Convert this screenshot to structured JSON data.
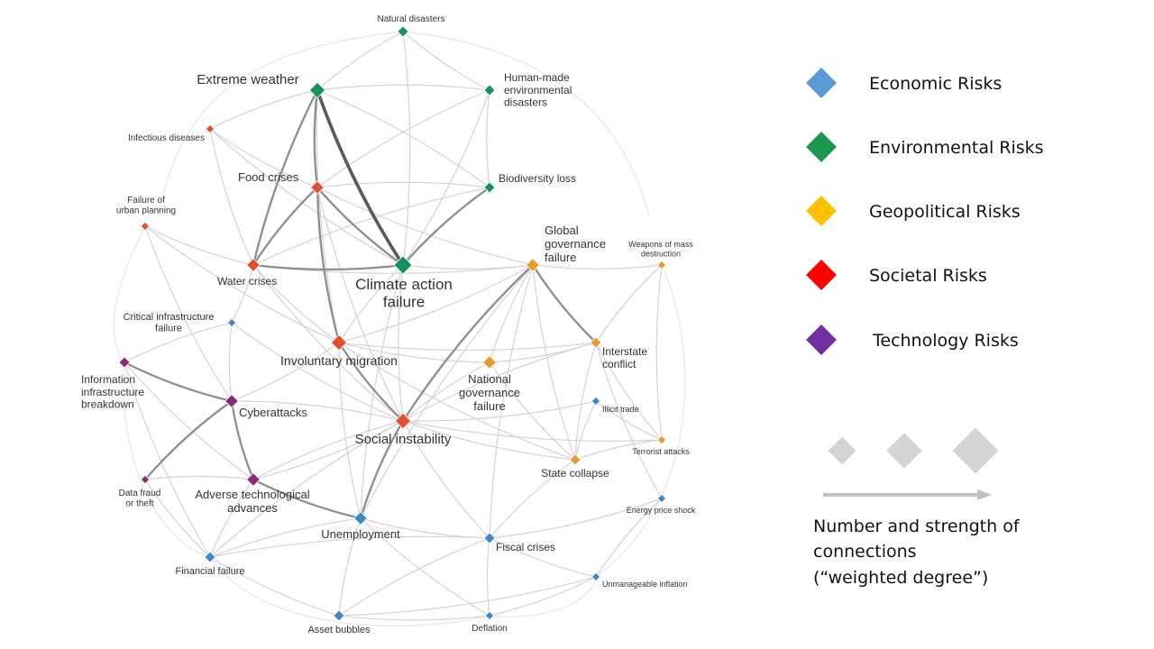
{
  "categories": {
    "economic": {
      "label": "Economic Risks",
      "color": "#5b9bd5"
    },
    "environmental": {
      "label": "Environmental Risks",
      "color": "#1a9850"
    },
    "geopolitical": {
      "label": "Geopolitical Risks",
      "color": "#ffc000"
    },
    "societal": {
      "label": "Societal Risks",
      "color": "#ff0000"
    },
    "technology": {
      "label": "Technology Risks",
      "color": "#7030a0"
    }
  },
  "legend_order": [
    "economic",
    "environmental",
    "geopolitical",
    "societal",
    "technology"
  ],
  "node_colors": {
    "economic": "#3f88c8",
    "environmental": "#12935a",
    "geopolitical": "#e89a2c",
    "societal": "#e0502e",
    "technology": "#8a2a78"
  },
  "size_legend": {
    "caption": [
      "Number and strength of",
      "connections",
      "(“weighted degree”)"
    ],
    "color": "#d4d4d4"
  },
  "nodes": [
    {
      "id": "natural-disasters",
      "label": [
        "Natural disasters"
      ],
      "category": "environmental",
      "weight": 1
    },
    {
      "id": "extreme-weather",
      "label": [
        "Extreme weather"
      ],
      "category": "environmental",
      "weight": 3
    },
    {
      "id": "human-made-disasters",
      "label": [
        "Human-made",
        "environmental",
        "disasters"
      ],
      "category": "environmental",
      "weight": 1
    },
    {
      "id": "infectious-diseases",
      "label": [
        "Infectious diseases"
      ],
      "category": "societal",
      "weight": 0
    },
    {
      "id": "food-crises",
      "label": [
        "Food crises"
      ],
      "category": "societal",
      "weight": 2
    },
    {
      "id": "biodiversity-loss",
      "label": [
        "Biodiversity loss"
      ],
      "category": "environmental",
      "weight": 1
    },
    {
      "id": "urban-planning",
      "label": [
        "Failure of",
        "urban planning"
      ],
      "category": "societal",
      "weight": 0
    },
    {
      "id": "water-crises",
      "label": [
        "Water crises"
      ],
      "category": "societal",
      "weight": 2
    },
    {
      "id": "climate-action",
      "label": [
        "Climate action",
        "failure"
      ],
      "category": "environmental",
      "weight": 4
    },
    {
      "id": "global-governance",
      "label": [
        "Global",
        "governance",
        "failure"
      ],
      "category": "geopolitical",
      "weight": 2
    },
    {
      "id": "wmd",
      "label": [
        "Weapons of mass",
        "destruction"
      ],
      "category": "geopolitical",
      "weight": 0
    },
    {
      "id": "critical-infrastructure",
      "label": [
        "Critical infrastructure",
        "failure"
      ],
      "category": "economic",
      "weight": 0
    },
    {
      "id": "involuntary-migration",
      "label": [
        "Involuntary migration"
      ],
      "category": "societal",
      "weight": 3
    },
    {
      "id": "interstate-conflict",
      "label": [
        "Interstate",
        "conflict"
      ],
      "category": "geopolitical",
      "weight": 1
    },
    {
      "id": "info-infrastructure",
      "label": [
        "Information",
        "infrastructure",
        "breakdown"
      ],
      "category": "technology",
      "weight": 1
    },
    {
      "id": "national-governance",
      "label": [
        "National",
        "governance",
        "failure"
      ],
      "category": "geopolitical",
      "weight": 2
    },
    {
      "id": "cyberattacks",
      "label": [
        "Cyberattacks"
      ],
      "category": "technology",
      "weight": 2
    },
    {
      "id": "illicit-trade",
      "label": [
        "Illicit trade"
      ],
      "category": "economic",
      "weight": 0
    },
    {
      "id": "social-instability",
      "label": [
        "Social instability"
      ],
      "category": "societal",
      "weight": 3
    },
    {
      "id": "terrorist-attacks",
      "label": [
        "Terrorist attacks"
      ],
      "category": "geopolitical",
      "weight": 0
    },
    {
      "id": "state-collapse",
      "label": [
        "State collapse"
      ],
      "category": "geopolitical",
      "weight": 1
    },
    {
      "id": "data-fraud",
      "label": [
        "Data fraud",
        "or theft"
      ],
      "category": "technology",
      "weight": 0
    },
    {
      "id": "adverse-tech",
      "label": [
        "Adverse technological",
        "advances"
      ],
      "category": "technology",
      "weight": 2
    },
    {
      "id": "energy-price",
      "label": [
        "Energy price shock"
      ],
      "category": "economic",
      "weight": 0
    },
    {
      "id": "unemployment",
      "label": [
        "Unemployment"
      ],
      "category": "economic",
      "weight": 2
    },
    {
      "id": "fiscal-crises",
      "label": [
        "Fiscal crises"
      ],
      "category": "economic",
      "weight": 1
    },
    {
      "id": "financial-failure",
      "label": [
        "Financial failure"
      ],
      "category": "economic",
      "weight": 1
    },
    {
      "id": "unmanageable-inflation",
      "label": [
        "Unmanageable inflation"
      ],
      "category": "economic",
      "weight": 0
    },
    {
      "id": "asset-bubbles",
      "label": [
        "Asset bubbles"
      ],
      "category": "economic",
      "weight": 1
    },
    {
      "id": "deflation",
      "label": [
        "Deflation"
      ],
      "category": "economic",
      "weight": 0
    }
  ],
  "edges": [
    {
      "from": "extreme-weather",
      "to": "climate-action",
      "strength": 3
    },
    {
      "from": "biodiversity-loss",
      "to": "climate-action",
      "strength": 2
    },
    {
      "from": "extreme-weather",
      "to": "food-crises",
      "strength": 2
    },
    {
      "from": "extreme-weather",
      "to": "water-crises",
      "strength": 2
    },
    {
      "from": "food-crises",
      "to": "involuntary-migration",
      "strength": 2
    },
    {
      "from": "food-crises",
      "to": "climate-action",
      "strength": 2
    },
    {
      "from": "food-crises",
      "to": "water-crises",
      "strength": 2
    },
    {
      "from": "info-infrastructure",
      "to": "cyberattacks",
      "strength": 2
    },
    {
      "from": "cyberattacks",
      "to": "data-fraud",
      "strength": 2
    },
    {
      "from": "cyberattacks",
      "to": "adverse-tech",
      "strength": 2
    },
    {
      "from": "social-instability",
      "to": "unemployment",
      "strength": 2
    },
    {
      "from": "adverse-tech",
      "to": "unemployment",
      "strength": 2
    },
    {
      "from": "global-governance",
      "to": "interstate-conflict",
      "strength": 2
    },
    {
      "from": "global-governance",
      "to": "social-instability",
      "strength": 2
    },
    {
      "from": "water-crises",
      "to": "climate-action",
      "strength": 2
    },
    {
      "from": "involuntary-migration",
      "to": "social-instability",
      "strength": 2
    },
    {
      "from": "climate-action",
      "to": "global-governance",
      "strength": 1
    },
    {
      "from": "climate-action",
      "to": "involuntary-migration",
      "strength": 1
    },
    {
      "from": "climate-action",
      "to": "social-instability",
      "strength": 1
    },
    {
      "from": "climate-action",
      "to": "human-made-disasters",
      "strength": 1
    },
    {
      "from": "climate-action",
      "to": "natural-disasters",
      "strength": 1
    },
    {
      "from": "natural-disasters",
      "to": "extreme-weather",
      "strength": 1
    },
    {
      "from": "natural-disasters",
      "to": "human-made-disasters",
      "strength": 1
    },
    {
      "from": "human-made-disasters",
      "to": "biodiversity-loss",
      "strength": 1
    },
    {
      "from": "human-made-disasters",
      "to": "extreme-weather",
      "strength": 1
    },
    {
      "from": "human-made-disasters",
      "to": "food-crises",
      "strength": 1
    },
    {
      "from": "biodiversity-loss",
      "to": "food-crises",
      "strength": 1
    },
    {
      "from": "biodiversity-loss",
      "to": "water-crises",
      "strength": 1
    },
    {
      "from": "biodiversity-loss",
      "to": "extreme-weather",
      "strength": 1
    },
    {
      "from": "extreme-weather",
      "to": "involuntary-migration",
      "strength": 1
    },
    {
      "from": "extreme-weather",
      "to": "infectious-diseases",
      "strength": 1
    },
    {
      "from": "infectious-diseases",
      "to": "water-crises",
      "strength": 1
    },
    {
      "from": "infectious-diseases",
      "to": "food-crises",
      "strength": 1
    },
    {
      "from": "infectious-diseases",
      "to": "climate-action",
      "strength": 1
    },
    {
      "from": "urban-planning",
      "to": "water-crises",
      "strength": 1
    },
    {
      "from": "urban-planning",
      "to": "involuntary-migration",
      "strength": 1
    },
    {
      "from": "urban-planning",
      "to": "cyberattacks",
      "strength": 1
    },
    {
      "from": "water-crises",
      "to": "involuntary-migration",
      "strength": 1
    },
    {
      "from": "water-crises",
      "to": "social-instability",
      "strength": 1
    },
    {
      "from": "water-crises",
      "to": "global-governance",
      "strength": 1
    },
    {
      "from": "involuntary-migration",
      "to": "interstate-conflict",
      "strength": 1
    },
    {
      "from": "involuntary-migration",
      "to": "national-governance",
      "strength": 1
    },
    {
      "from": "involuntary-migration",
      "to": "global-governance",
      "strength": 1
    },
    {
      "from": "involuntary-migration",
      "to": "unemployment",
      "strength": 1
    },
    {
      "from": "involuntary-migration",
      "to": "state-collapse",
      "strength": 1
    },
    {
      "from": "national-governance",
      "to": "social-instability",
      "strength": 1
    },
    {
      "from": "national-governance",
      "to": "state-collapse",
      "strength": 1
    },
    {
      "from": "national-governance",
      "to": "interstate-conflict",
      "strength": 1
    },
    {
      "from": "global-governance",
      "to": "national-governance",
      "strength": 1
    },
    {
      "from": "global-governance",
      "to": "wmd",
      "strength": 1
    },
    {
      "from": "global-governance",
      "to": "fiscal-crises",
      "strength": 1
    },
    {
      "from": "global-governance",
      "to": "state-collapse",
      "strength": 1
    },
    {
      "from": "global-governance",
      "to": "unemployment",
      "strength": 1
    },
    {
      "from": "wmd",
      "to": "interstate-conflict",
      "strength": 1
    },
    {
      "from": "wmd",
      "to": "terrorist-attacks",
      "strength": 1
    },
    {
      "from": "interstate-conflict",
      "to": "state-collapse",
      "strength": 1
    },
    {
      "from": "interstate-conflict",
      "to": "terrorist-attacks",
      "strength": 1
    },
    {
      "from": "interstate-conflict",
      "to": "social-instability",
      "strength": 1
    },
    {
      "from": "interstate-conflict",
      "to": "energy-price",
      "strength": 1
    },
    {
      "from": "social-instability",
      "to": "state-collapse",
      "strength": 1
    },
    {
      "from": "social-instability",
      "to": "fiscal-crises",
      "strength": 1
    },
    {
      "from": "social-instability",
      "to": "terrorist-attacks",
      "strength": 1
    },
    {
      "from": "social-instability",
      "to": "cyberattacks",
      "strength": 1
    },
    {
      "from": "social-instability",
      "to": "adverse-tech",
      "strength": 1
    },
    {
      "from": "social-instability",
      "to": "illicit-trade",
      "strength": 1
    },
    {
      "from": "social-instability",
      "to": "financial-failure",
      "strength": 1
    },
    {
      "from": "critical-infrastructure",
      "to": "cyberattacks",
      "strength": 1
    },
    {
      "from": "critical-infrastructure",
      "to": "info-infrastructure",
      "strength": 1
    },
    {
      "from": "critical-infrastructure",
      "to": "water-crises",
      "strength": 1
    },
    {
      "from": "critical-infrastructure",
      "to": "social-instability",
      "strength": 1
    },
    {
      "from": "cyberattacks",
      "to": "involuntary-migration",
      "strength": 1
    },
    {
      "from": "adverse-tech",
      "to": "data-fraud",
      "strength": 1
    },
    {
      "from": "adverse-tech",
      "to": "social-instability",
      "strength": 1
    },
    {
      "from": "adverse-tech",
      "to": "financial-failure",
      "strength": 1
    },
    {
      "from": "unemployment",
      "to": "fiscal-crises",
      "strength": 1
    },
    {
      "from": "unemployment",
      "to": "financial-failure",
      "strength": 1
    },
    {
      "from": "unemployment",
      "to": "asset-bubbles",
      "strength": 1
    },
    {
      "from": "unemployment",
      "to": "deflation",
      "strength": 1
    },
    {
      "from": "fiscal-crises",
      "to": "asset-bubbles",
      "strength": 1
    },
    {
      "from": "fiscal-crises",
      "to": "unmanageable-inflation",
      "strength": 1
    },
    {
      "from": "fiscal-crises",
      "to": "deflation",
      "strength": 1
    },
    {
      "from": "fiscal-crises",
      "to": "financial-failure",
      "strength": 1
    },
    {
      "from": "fiscal-crises",
      "to": "energy-price",
      "strength": 1
    },
    {
      "from": "financial-failure",
      "to": "asset-bubbles",
      "strength": 1
    },
    {
      "from": "asset-bubbles",
      "to": "deflation",
      "strength": 1
    },
    {
      "from": "asset-bubbles",
      "to": "unmanageable-inflation",
      "strength": 1
    },
    {
      "from": "deflation",
      "to": "unmanageable-inflation",
      "strength": 1
    },
    {
      "from": "data-fraud",
      "to": "financial-failure",
      "strength": 1
    },
    {
      "from": "info-infrastructure",
      "to": "financial-failure",
      "strength": 1
    },
    {
      "from": "info-infrastructure",
      "to": "adverse-tech",
      "strength": 1
    },
    {
      "from": "illicit-trade",
      "to": "terrorist-attacks",
      "strength": 1
    },
    {
      "from": "illicit-trade",
      "to": "state-collapse",
      "strength": 1
    },
    {
      "from": "terrorist-attacks",
      "to": "state-collapse",
      "strength": 1
    },
    {
      "from": "energy-price",
      "to": "unmanageable-inflation",
      "strength": 1
    },
    {
      "from": "state-collapse",
      "to": "fiscal-crises",
      "strength": 1
    },
    {
      "from": "climate-action",
      "to": "unemployment",
      "strength": 1
    },
    {
      "from": "food-crises",
      "to": "social-instability",
      "strength": 1
    },
    {
      "from": "food-crises",
      "to": "global-governance",
      "strength": 1
    }
  ]
}
